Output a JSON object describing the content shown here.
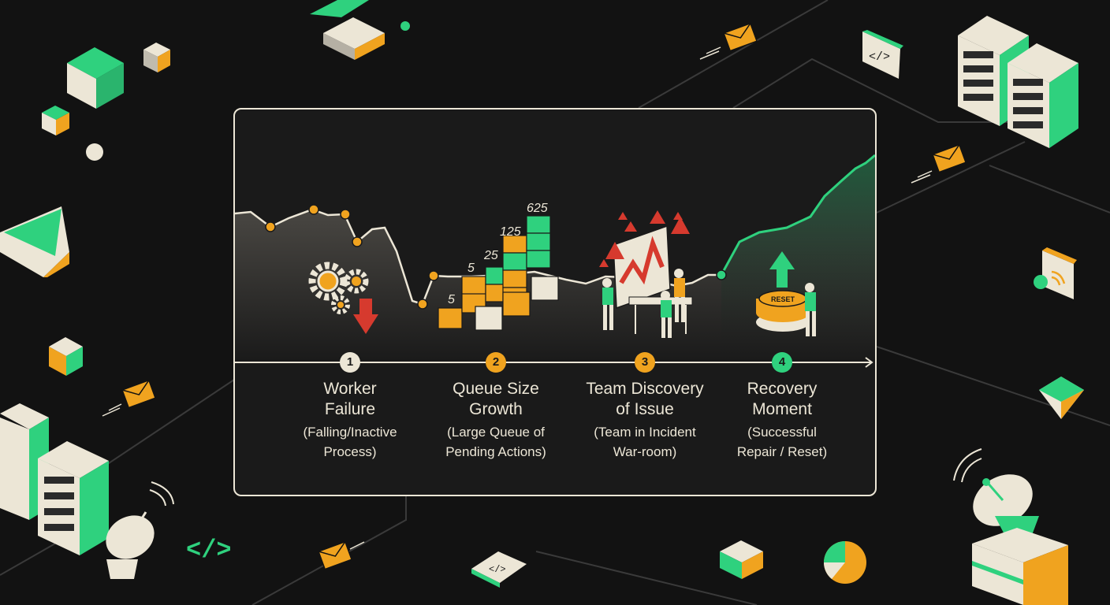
{
  "colors": {
    "accent_green": "#2fd17e",
    "accent_orange": "#f0a31f",
    "cream": "#ece6d6",
    "background": "#121212",
    "panel": "#1a1a1a"
  },
  "stages": [
    {
      "number": "1",
      "title_line1": "Worker",
      "title_line2": "Failure",
      "sub_line1": "(Falling/Inactive",
      "sub_line2": "Process)",
      "color": "#ece6d6"
    },
    {
      "number": "2",
      "title_line1": "Queue Size",
      "title_line2": "Growth",
      "sub_line1": "(Large Queue of",
      "sub_line2": "Pending Actions)",
      "color": "#f0a31f"
    },
    {
      "number": "3",
      "title_line1": "Team Discovery",
      "title_line2": "of Issue",
      "sub_line1": "(Team in Incident",
      "sub_line2": "War-room)",
      "color": "#f0a31f"
    },
    {
      "number": "4",
      "title_line1": "Recovery",
      "title_line2": "Moment",
      "sub_line1": "(Successful",
      "sub_line2": "Repair / Reset)",
      "color": "#2fd17e"
    }
  ],
  "queue_labels": [
    "5",
    "5",
    "25",
    "125",
    "625"
  ],
  "reset_label": "RESET",
  "code_icon_label": "</>",
  "icons": [
    "gear-icon",
    "warning-icon",
    "envelope-icon",
    "server-icon",
    "satellite-dish-icon",
    "pie-chart-icon",
    "code-icon",
    "cube-icon"
  ]
}
